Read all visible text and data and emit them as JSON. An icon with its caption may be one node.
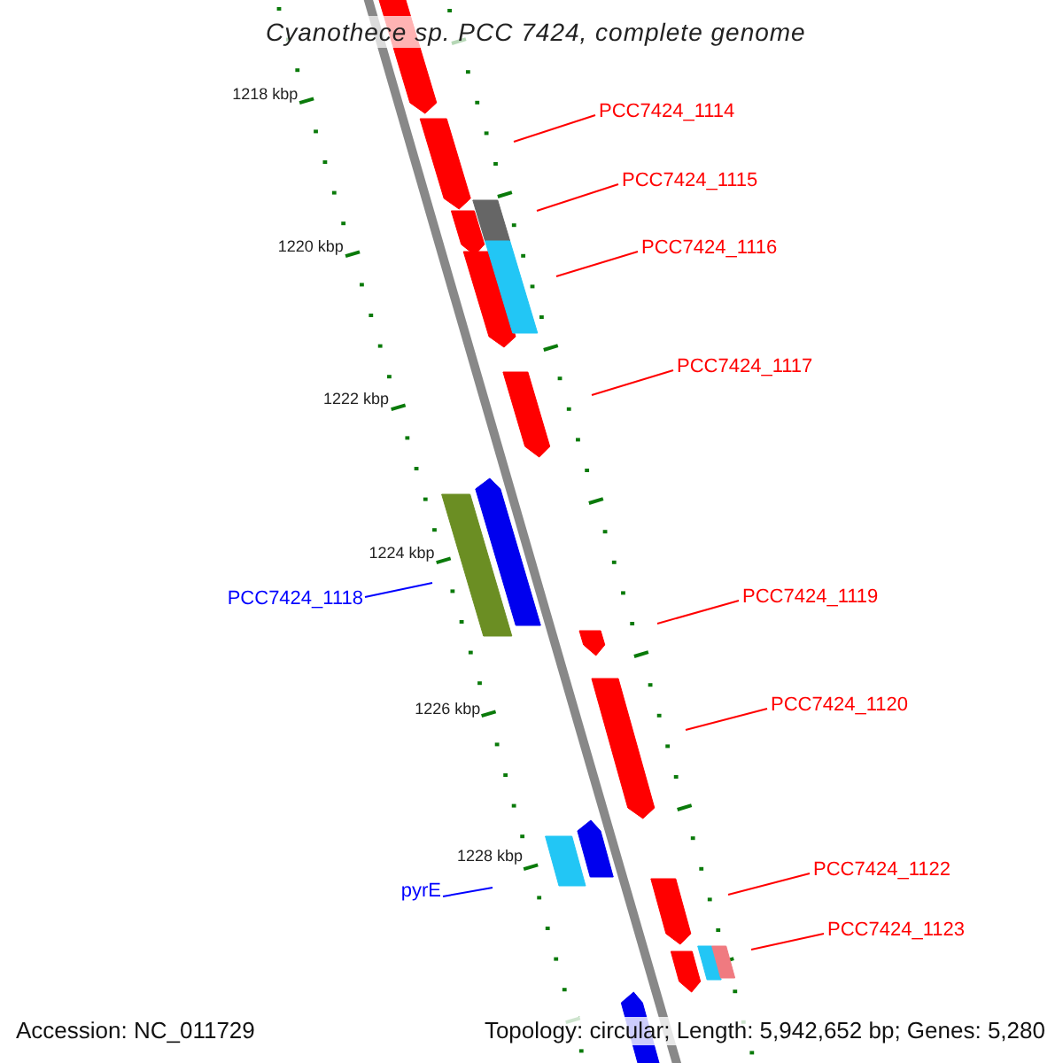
{
  "diagram": {
    "title": "Cyanothece sp. PCC 7424, complete genome",
    "nodes": [
      {
        "text": [
          "PCC7424_1114"
        ]
      },
      {
        "text": [
          "PCC7424_1115"
        ]
      },
      {
        "text": [
          "PCC7424_1116"
        ]
      },
      {
        "text": [
          "PCC7424_1117"
        ]
      },
      {
        "text": [
          "PCC7424_1118"
        ]
      },
      {
        "text": [
          "PCC7424_1119"
        ]
      },
      {
        "text": [
          "PCC7424_1120"
        ]
      },
      {
        "text": [
          "pyrE"
        ]
      },
      {
        "text": [
          "PCC7424_1122"
        ]
      },
      {
        "text": [
          "PCC7424_1123"
        ]
      }
    ],
    "edges": [
      {
        "from": 0,
        "to": null,
        "arrow": "none"
      },
      {
        "from": 1,
        "to": null,
        "arrow": "none"
      },
      {
        "from": 2,
        "to": null,
        "arrow": "none"
      },
      {
        "from": 3,
        "to": null,
        "arrow": "none"
      },
      {
        "from": 4,
        "to": null,
        "arrow": "none",
        "color": "#0000ff"
      },
      {
        "from": 5,
        "to": null,
        "arrow": "none"
      },
      {
        "from": 6,
        "to": null,
        "arrow": "none"
      },
      {
        "from": 7,
        "to": null,
        "arrow": "none",
        "color": "#0000ff"
      },
      {
        "from": 8,
        "to": null,
        "arrow": "none"
      },
      {
        "from": 9,
        "to": null,
        "arrow": "none"
      }
    ],
    "labels": [
      "1218 kbp",
      "1220 kbp",
      "1222 kbp",
      "1224 kbp",
      "1226 kbp",
      "1228 kbp",
      "Accession: NC_011729",
      "Topology: circular; Length: 5,942,652 bp; Genes: 5,280"
    ]
  }
}
